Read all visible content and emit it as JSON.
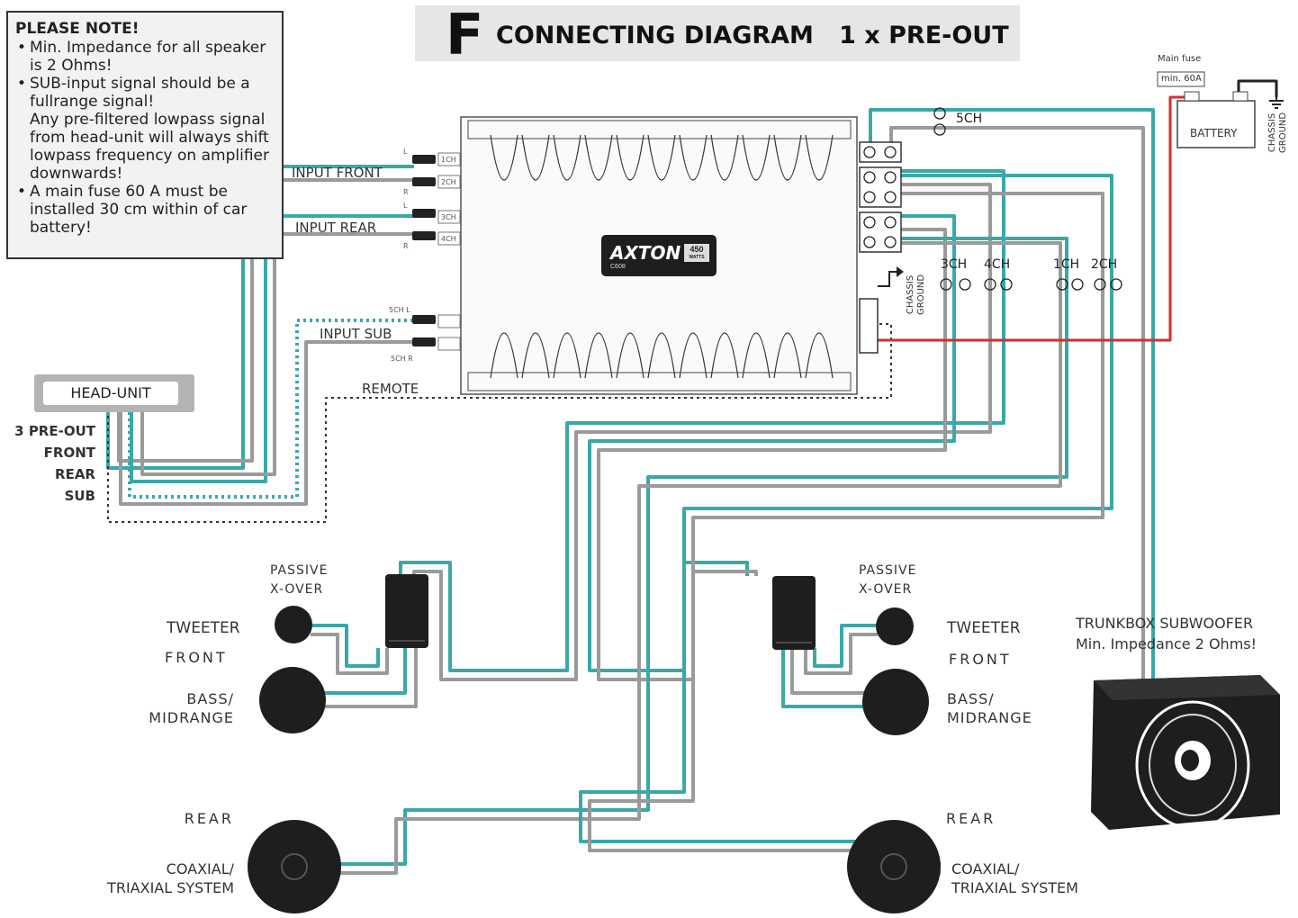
{
  "title": {
    "letter": "F",
    "text": "CONNECTING DIAGRAM   1 x PRE-OUT"
  },
  "note": {
    "title": "PLEASE NOTE!",
    "items": [
      "Min. Impedance for all speaker\nis 2 Ohms!",
      "SUB-input signal should be a\nfullrange signal!\nAny pre-filtered lowpass signal\nfrom head-unit will always shift\nlowpass frequency on amplifier\ndownwards!",
      "A main fuse 60 A must be\ninstalled 30 cm within of car\nbattery!"
    ]
  },
  "inputs": {
    "front": "INPUT FRONT",
    "rear": "INPUT REAR",
    "sub": "INPUT SUB",
    "remote": "REMOTE"
  },
  "input_tags": {
    "ch1": "1CH",
    "ch2": "2CH",
    "ch3": "3CH",
    "ch4": "4CH",
    "sub_l": "5CH  L",
    "sub_r": "5CH  R",
    "l": "L",
    "r": "R"
  },
  "head_unit": {
    "label": "HEAD-UNIT",
    "outputs": [
      "3 PRE-OUT",
      "FRONT",
      "REAR",
      "SUB"
    ]
  },
  "amp": {
    "brand": "AXTON",
    "watts": "450",
    "watts_unit": "WATTS",
    "series": "C608"
  },
  "outputs": {
    "ch5": "5CH",
    "ch3": "3CH",
    "ch4": "4CH",
    "ch1": "1CH",
    "ch2": "2CH",
    "chassis": "CHASSIS\nGROUND"
  },
  "power": {
    "fuse_label": "Main fuse",
    "fuse_value": "min. 60A",
    "battery": "BATTERY",
    "ground": "CHASSIS\nGROUND"
  },
  "left_side": {
    "xover": "PASSIVE\nX-OVER",
    "tweeter": "TWEETER",
    "front": "FRONT",
    "bass": "BASS/\nMIDRANGE",
    "rear": "REAR",
    "coax": "COAXIAL/\nTRIAXIAL SYSTEM"
  },
  "right_side": {
    "xover": "PASSIVE\nX-OVER",
    "tweeter": "TWEETER",
    "front": "FRONT",
    "bass": "BASS/\nMIDRANGE",
    "rear": "REAR",
    "coax": "COAXIAL/\nTRIAXIAL SYSTEM"
  },
  "subwoofer": {
    "title": "TRUNKBOX SUBWOOFER",
    "subtitle": "Min. Impedance 2 Ohms!"
  },
  "colors": {
    "teal": "#3aa8a8",
    "grey": "#9a9a9a",
    "red": "#d32f2f",
    "dark": "#1e1e1e"
  }
}
